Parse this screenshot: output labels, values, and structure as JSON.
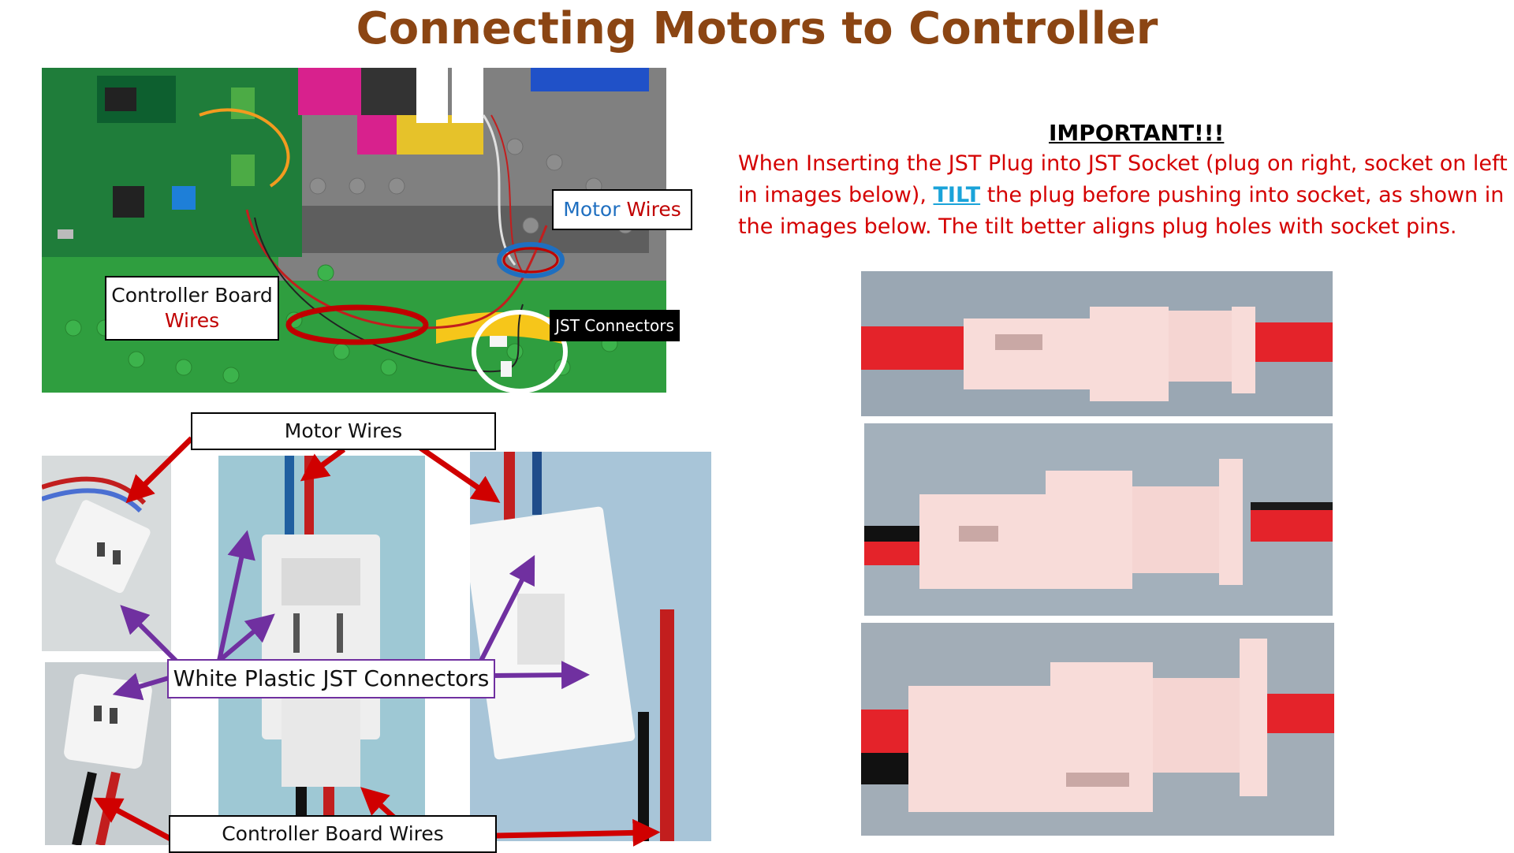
{
  "title": "Connecting Motors to Controller",
  "labels": {
    "motor_wires_1": "Motor ",
    "motor_wires_1b": "Wires",
    "controller_board_1a": "Controller Board",
    "controller_board_1b": "Wires",
    "jst_connectors": "JST Connectors",
    "motor_wires_2": "Motor Wires",
    "white_plastic": "White Plastic JST Connectors",
    "controller_board_2": "Controller Board Wires"
  },
  "important": {
    "heading": "IMPORTANT!!!",
    "text_before": "When Inserting the JST Plug into JST Socket (plug on right, socket on left in images below), ",
    "tilt": "TILT",
    "text_after": " the plug before pushing into socket, as shown in the images below.  The tilt better aligns plug holes with socket  pins."
  },
  "colors": {
    "title": "#8b4513",
    "important_text": "#d40000",
    "tilt": "#1aa3d9",
    "motor_label": "#1f6fc0",
    "wires_red": "#c00000",
    "arrow_purple": "#7030a0",
    "arrow_red": "#d00000"
  }
}
